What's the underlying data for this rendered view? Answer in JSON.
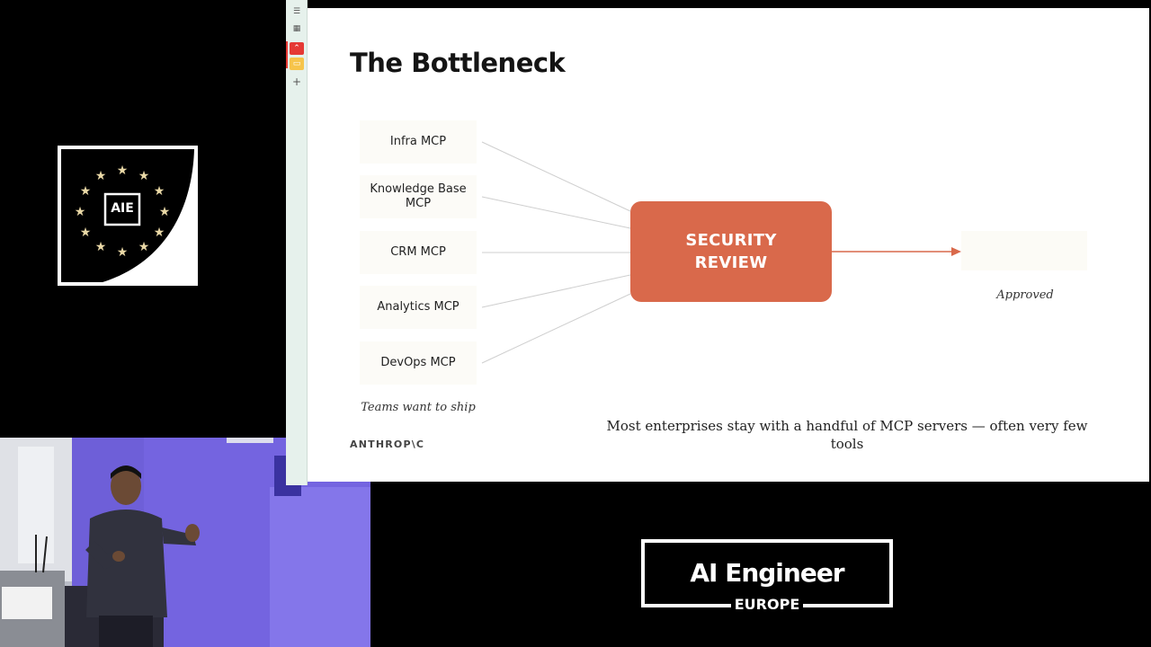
{
  "logo": {
    "text": "AIE"
  },
  "sidebar": {
    "icons": [
      "sidebar-toggle-icon",
      "grid-icon",
      "chevron-up-icon",
      "note-icon",
      "plus-icon"
    ],
    "glyphs": [
      "☰",
      "▦",
      "⌃",
      "▭",
      "+"
    ]
  },
  "slide": {
    "title": "The Bottleneck",
    "sources": [
      "Infra MCP",
      "Knowledge Base MCP",
      "CRM MCP",
      "Analytics MCP",
      "DevOps MCP"
    ],
    "gate_line1": "SECURITY",
    "gate_line2": "REVIEW",
    "gate_color": "#d9694b",
    "approved_label": "Approved",
    "teams_label": "Teams want to ship",
    "caption": "Most enterprises stay with a handful of MCP servers — often very few tools",
    "brand": "ANTHROP\\C"
  },
  "event": {
    "title": "AI Engineer",
    "subtitle": "EUROPE"
  }
}
